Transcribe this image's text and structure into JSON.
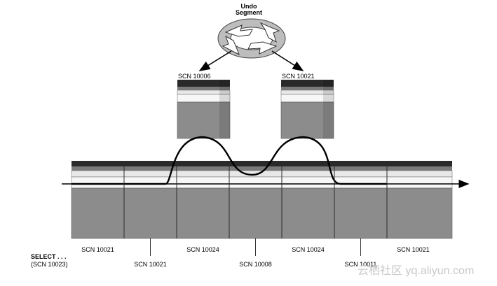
{
  "undo_segment": {
    "title_line1": "Undo",
    "title_line2": "Segment",
    "icon": "recycle-arrows-icon"
  },
  "undo_blocks": [
    {
      "scn": "SCN 10006"
    },
    {
      "scn": "SCN 10021"
    }
  ],
  "table_blocks": [
    {
      "scn": "SCN 10021",
      "row": "top"
    },
    {
      "scn": "SCN 10021",
      "row": "bottom"
    },
    {
      "scn": "SCN 10024",
      "row": "top"
    },
    {
      "scn": "SCN 10008",
      "row": "bottom"
    },
    {
      "scn": "SCN 10024",
      "row": "top"
    },
    {
      "scn": "SCN 10011",
      "row": "bottom"
    },
    {
      "scn": "SCN 10021",
      "row": "top"
    }
  ],
  "query": {
    "line1": "SELECT . . .",
    "line2": "(SCN 10023)"
  },
  "watermark": "云栖社区 yq.aliyun.com",
  "colors": {
    "block_dark": "#2a2a2a",
    "block_gray": "#8c8c8c",
    "block_light": "#e8e8e8"
  }
}
